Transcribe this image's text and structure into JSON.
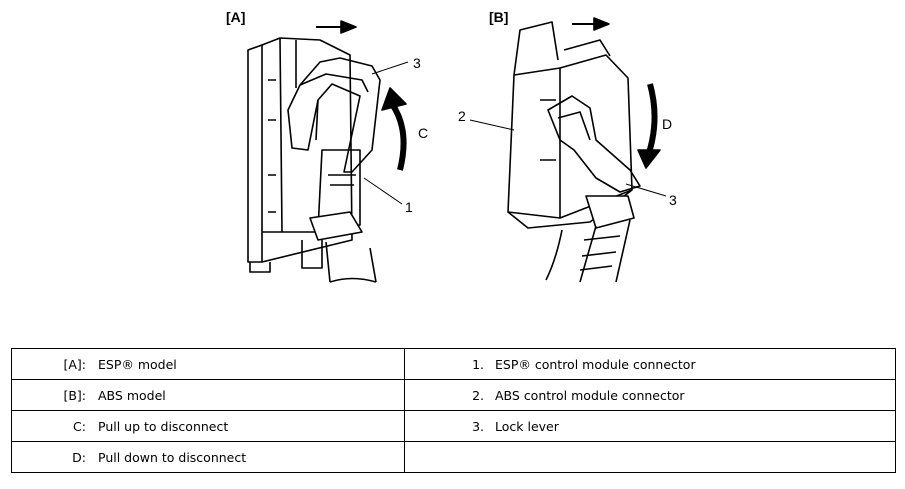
{
  "figure": {
    "label_a": "[A]",
    "label_b": "[B]",
    "callouts_a": [
      "3",
      "C",
      "1"
    ],
    "callouts_b": [
      "2",
      "D",
      "3"
    ]
  },
  "legend": {
    "rows": [
      {
        "left_key": "[A]:",
        "left_text": "ESP® model",
        "right_key": "1.",
        "right_text": "ESP® control module connector"
      },
      {
        "left_key": "[B]:",
        "left_text": "ABS model",
        "right_key": "2.",
        "right_text": "ABS control module connector"
      },
      {
        "left_key": "C:",
        "left_text": "Pull up to disconnect",
        "right_key": "3.",
        "right_text": "Lock lever"
      },
      {
        "left_key": "D:",
        "left_text": "Pull down to disconnect",
        "right_key": "",
        "right_text": ""
      }
    ]
  }
}
